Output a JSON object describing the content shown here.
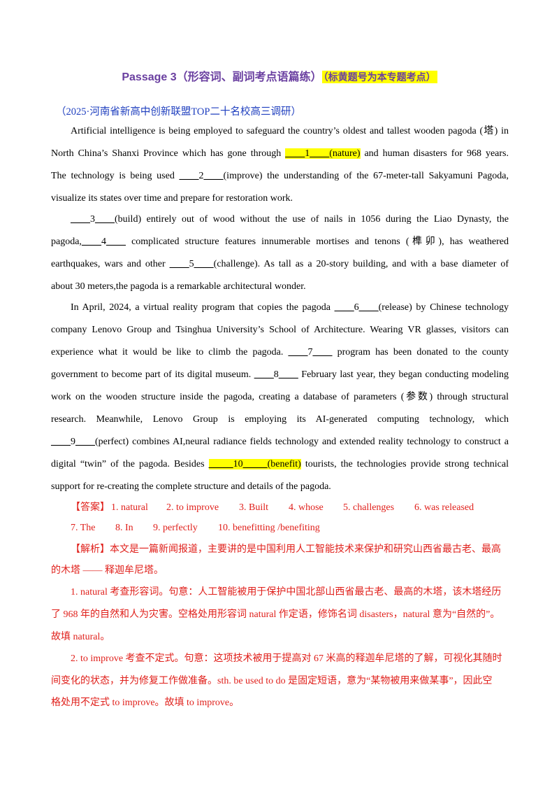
{
  "header": {
    "passage_title": "Passage 3（形容词、副词考点语篇练）",
    "passage_note": "（标黄题号为本专题考点）",
    "source": "（2025·河南省新高中创新联盟TOP二十名校高三调研）"
  },
  "passage": {
    "p1_l1": "Artificial intelligence is being employed to safeguard the country’s oldest and tallest wooden pagoda (塔) in",
    "p1_l2_a": "North China’s Shanxi Province which has gone through",
    "blank1": "____1____(nature)",
    "p1_l2_b": "and human disasters for 968 years.",
    "p1_l3_a": "The technology is being used",
    "blank2": "____2____",
    "p1_l3_b": "(improve) the understanding of the 67-meter-tall Sakyamuni Pagoda,",
    "p1_l4": "visualize its states over time and prepare for restoration work.",
    "blank3": "____3____",
    "p2_l1_b": "(build) entirely out of wood without the use of nails in 1056 during the Liao Dynasty, the",
    "p2_l2_a": "pagoda,",
    "blank4": "____4____",
    "p2_l2_b": "complicated structure features innumerable mortises and tenons (榫卯), has weathered",
    "p2_l3_a": "earthquakes, wars and other",
    "blank5": "____5____",
    "p2_l3_b": "(challenge). As tall as a 20-story building, and with a base diameter of",
    "p2_l4": "about 30 meters,the pagoda is a remarkable architectural wonder.",
    "p3_l1_a": "In April, 2024, a virtual reality program that copies the pagoda",
    "blank6": "____6____",
    "p3_l1_b": "(release) by Chinese technology",
    "p3_l2": "company Lenovo Group and Tsinghua University’s School of Architecture. Wearing VR glasses, visitors can",
    "p3_l3_a": "experience what it would be like to climb the pagoda.",
    "blank7": "____7____",
    "p3_l3_b": "program has been donated to the county",
    "p3_l4_a": "government to become part of its digital museum.",
    "blank8": "____8____",
    "p3_l4_b": "February last year, they began conducting modeling",
    "p3_l5": "work on the wooden structure inside the pagoda, creating a database of parameters (参数) through structural",
    "p3_l6": "research. Meanwhile, Lenovo Group is employing its AI-generated computing technology, which",
    "blank9": "____9____",
    "p3_l7_b": "(perfect) combines AI,neural radiance fields technology and extended reality technology to construct a",
    "p3_l8_a": "digital “twin” of the pagoda. Besides",
    "blank10": "_____10_____(benefit)",
    "p3_l8_b": "tourists, the technologies provide strong technical",
    "p3_l9": "support for re-creating the complete structure and details of the pagoda."
  },
  "answers": {
    "label": "【答案】",
    "items": [
      "1. natural",
      "2. to improve",
      "3. Built",
      "4. whose",
      "5. challenges",
      "6. was released",
      "7. The",
      "8. In",
      "9. perfectly",
      "10. benefitting  /benefiting"
    ]
  },
  "analysis": {
    "l1": "【解析】本文是一篇新闻报道，主要讲的是中国利用人工智能技术来保护和研究山西省最古老、最高",
    "l2": "的木塔 —— 释迦牟尼塔。",
    "l3": "1. natural 考查形容词。句意：人工智能被用于保护中国北部山西省最古老、最高的木塔，该木塔经历",
    "l4": "了 968 年的自然和人为灾害。空格处用形容词 natural 作定语，修饰名词 disasters，natural 意为“自然的”。",
    "l5": "故填 natural。",
    "l6": "2. to improve 考查不定式。句意：这项技术被用于提高对 67 米高的释迦牟尼塔的了解，可视化其随时",
    "l7": "间变化的状态，并为修复工作做准备。sth. be used to do 是固定短语，意为“某物被用来做某事”，因此空",
    "l8": "格处用不定式 to improve。故填 to improve。"
  }
}
